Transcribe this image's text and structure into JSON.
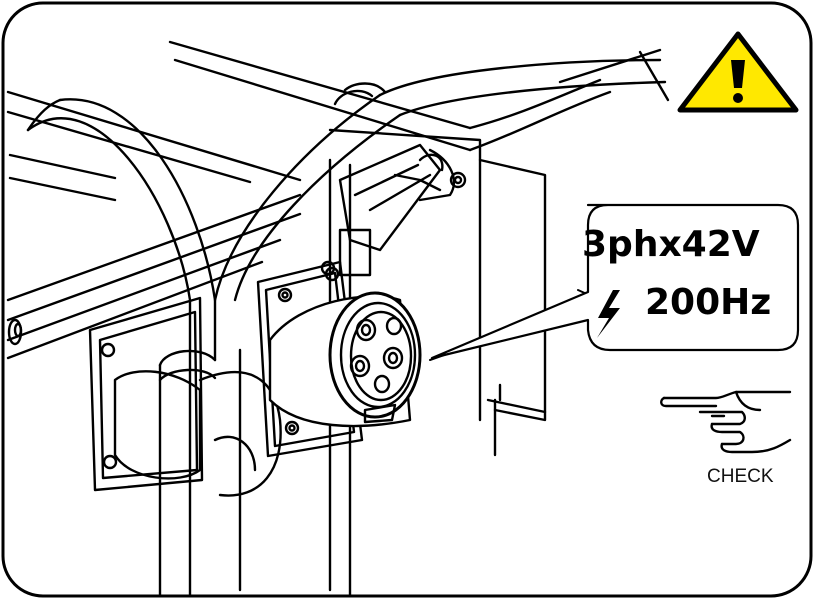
{
  "callout": {
    "voltage": "3phx42V",
    "frequency": "200Hz",
    "symbol": "lightning-bolt-icon"
  },
  "warning": {
    "symbol": "warning-triangle-icon",
    "color": "#FFE800"
  },
  "check": {
    "symbol": "pointing-hand-icon",
    "label": "CHECK"
  },
  "illustration": {
    "subject": "generator-frame-with-power-socket",
    "style": "black-line-drawing"
  }
}
